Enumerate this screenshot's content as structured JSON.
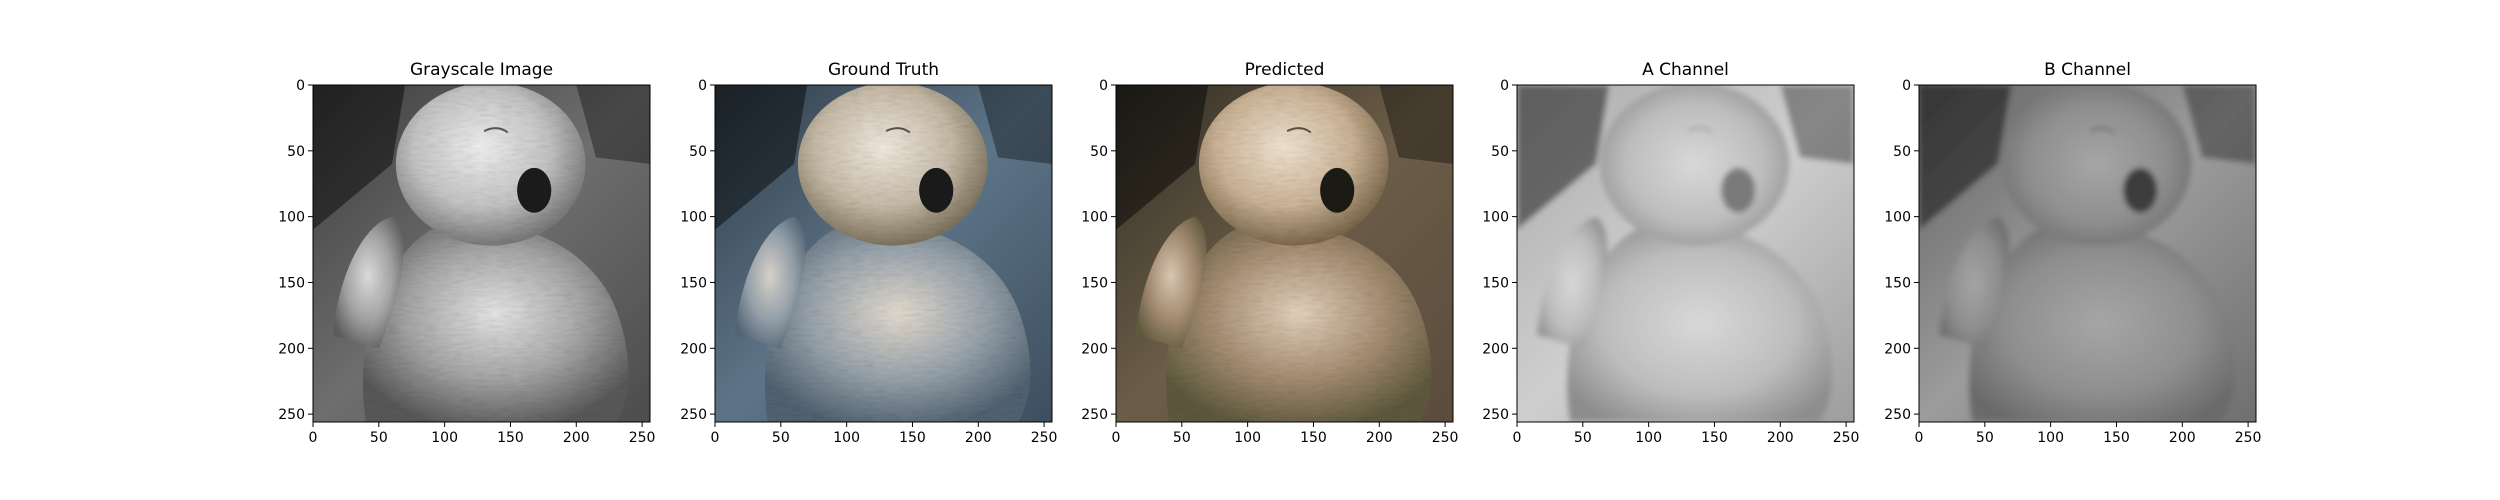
{
  "chart_data": [
    {
      "type": "image",
      "title": "Grayscale Image",
      "xlim": [
        0,
        256
      ],
      "ylim": [
        256,
        0
      ],
      "xticks": [
        0,
        50,
        100,
        150,
        200,
        250
      ],
      "yticks": [
        0,
        50,
        100,
        150,
        200,
        250
      ],
      "grid": false,
      "colormap": "gray"
    },
    {
      "type": "image",
      "title": "Ground Truth",
      "xlim": [
        0,
        256
      ],
      "ylim": [
        256,
        0
      ],
      "xticks": [
        0,
        50,
        100,
        150,
        200,
        250
      ],
      "yticks": [
        0,
        50,
        100,
        150,
        200,
        250
      ],
      "grid": false,
      "colormap": "color"
    },
    {
      "type": "image",
      "title": "Predicted",
      "xlim": [
        0,
        256
      ],
      "ylim": [
        256,
        0
      ],
      "xticks": [
        0,
        50,
        100,
        150,
        200,
        250
      ],
      "yticks": [
        0,
        50,
        100,
        150,
        200,
        250
      ],
      "grid": false,
      "colormap": "color-warm"
    },
    {
      "type": "image",
      "title": "A Channel",
      "xlim": [
        0,
        256
      ],
      "ylim": [
        256,
        0
      ],
      "xticks": [
        0,
        50,
        100,
        150,
        200,
        250
      ],
      "yticks": [
        0,
        50,
        100,
        150,
        200,
        250
      ],
      "grid": false,
      "colormap": "gray"
    },
    {
      "type": "image",
      "title": "B Channel",
      "xlim": [
        0,
        256
      ],
      "ylim": [
        256,
        0
      ],
      "xticks": [
        0,
        50,
        100,
        150,
        200,
        250
      ],
      "yticks": [
        0,
        50,
        100,
        150,
        200,
        250
      ],
      "grid": false,
      "colormap": "gray"
    }
  ],
  "colors": {
    "axis_frame": "#000000",
    "background": "#ffffff"
  }
}
